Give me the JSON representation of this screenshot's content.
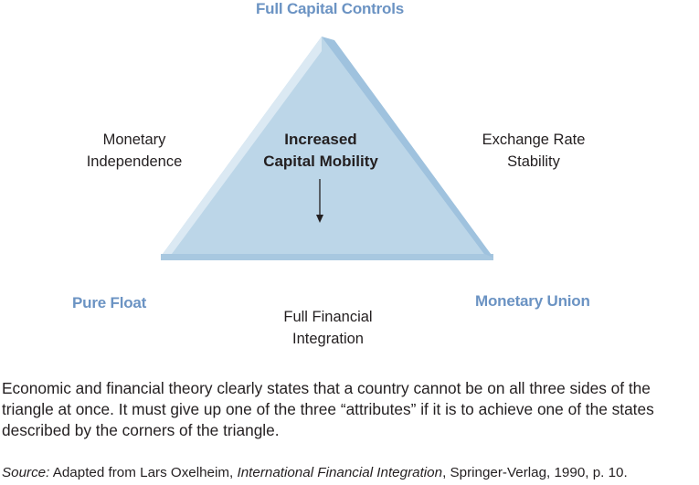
{
  "diagram": {
    "corners": {
      "top": "Full Capital Controls",
      "bottom_left": "Pure Float",
      "bottom_right": "Monetary Union"
    },
    "sides": {
      "left": [
        "Monetary",
        "Independence"
      ],
      "right": [
        "Exchange Rate",
        "Stability"
      ],
      "bottom": [
        "Full Financial",
        "Integration"
      ]
    },
    "center": [
      "Increased",
      "Capital Mobility"
    ],
    "colors": {
      "corner_text": "#6b93c3",
      "triangle_fill": "#bcd6e8",
      "triangle_edge": "#8fb8d8",
      "triangle_highlight": "#dbe9f3"
    }
  },
  "caption": "Economic and financial theory clearly states that a country cannot be on all three sides of the triangle at once. It must give up one of the three “attributes” if it is to achieve one of the states described by the corners of the triangle.",
  "source": {
    "label": "Source:",
    "prefix": " Adapted from Lars Oxelheim, ",
    "title": "International Financial Integration",
    "suffix": ", Springer-Verlag, 1990, p. 10."
  }
}
